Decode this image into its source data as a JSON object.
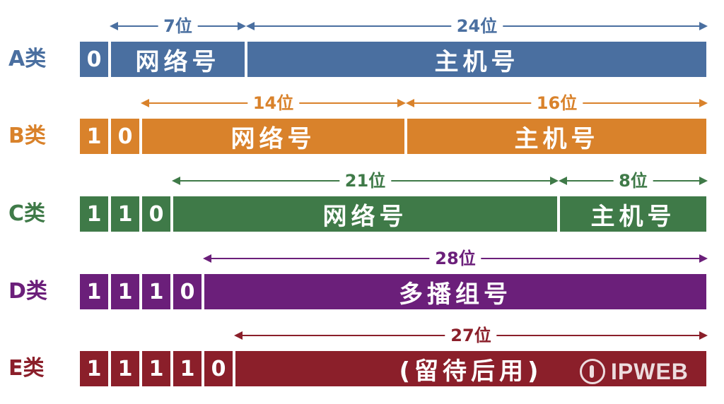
{
  "rows": [
    {
      "label": "A类",
      "color": "#4a6fa0",
      "bits": [
        "0"
      ],
      "segments": [
        {
          "text": "网络号",
          "bits": 7,
          "dim": "7位"
        },
        {
          "text": "主机号",
          "bits": 24,
          "dim": "24位"
        }
      ]
    },
    {
      "label": "B类",
      "color": "#d9822b",
      "bits": [
        "1",
        "0"
      ],
      "segments": [
        {
          "text": "网络号",
          "bits": 14,
          "dim": "14位"
        },
        {
          "text": "主机号",
          "bits": 16,
          "dim": "16位"
        }
      ]
    },
    {
      "label": "C类",
      "color": "#3f7a48",
      "bits": [
        "1",
        "1",
        "0"
      ],
      "segments": [
        {
          "text": "网络号",
          "bits": 21,
          "dim": "21位"
        },
        {
          "text": "主机号",
          "bits": 8,
          "dim": "8位"
        }
      ]
    },
    {
      "label": "D类",
      "color": "#6b1f7a",
      "bits": [
        "1",
        "1",
        "1",
        "0"
      ],
      "segments": [
        {
          "text": "多播组号",
          "bits": 28,
          "dim": "28位"
        }
      ]
    },
    {
      "label": "E类",
      "color": "#8b1f2a",
      "bits": [
        "1",
        "1",
        "1",
        "1",
        "0"
      ],
      "segments": [
        {
          "text": "(留待后用)",
          "bits": 27,
          "dim": "27位"
        }
      ]
    }
  ],
  "watermark": {
    "text": "IPWEB",
    "icon": "ipweb-logo-icon"
  }
}
